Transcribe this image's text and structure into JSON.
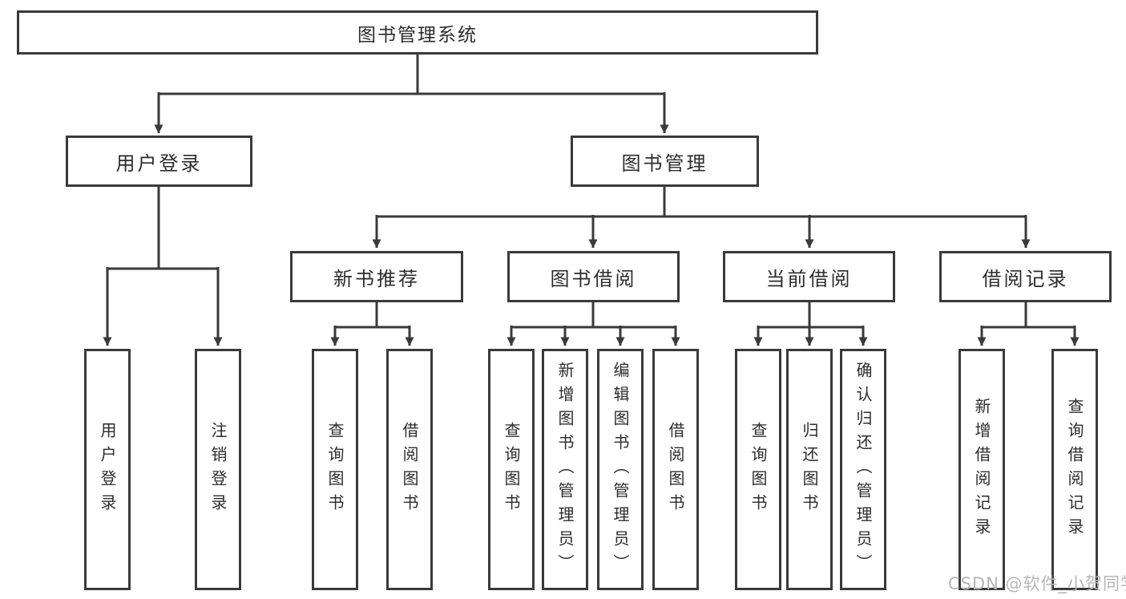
{
  "chart": {
    "root": {
      "label": "图书管理系统"
    },
    "branches": [
      {
        "label": "用户登录",
        "children": [
          {
            "label": "用户登录"
          },
          {
            "label": "注销登录"
          }
        ]
      },
      {
        "label": "图书管理",
        "children": [
          {
            "label": "新书推荐",
            "children": [
              {
                "label": "查询图书"
              },
              {
                "label": "借阅图书"
              }
            ]
          },
          {
            "label": "图书借阅",
            "children": [
              {
                "label": "查询图书"
              },
              {
                "label": "新增图书（管理员）"
              },
              {
                "label": "编辑图书（管理员）"
              },
              {
                "label": "借阅图书"
              }
            ]
          },
          {
            "label": "当前借阅",
            "children": [
              {
                "label": "查询图书"
              },
              {
                "label": "归还图书"
              },
              {
                "label": "确认归还（管理员）"
              }
            ]
          },
          {
            "label": "借阅记录",
            "children": [
              {
                "label": "新增借阅记录"
              },
              {
                "label": "查询借阅记录"
              }
            ]
          }
        ]
      }
    ]
  },
  "colors": {
    "line": "#3a3a3a",
    "text": "#2d2d2d",
    "watermark": "#b5b5b5",
    "background": "#ffffff"
  },
  "watermark": {
    "text": "CSDN @软件_小贺同学"
  }
}
